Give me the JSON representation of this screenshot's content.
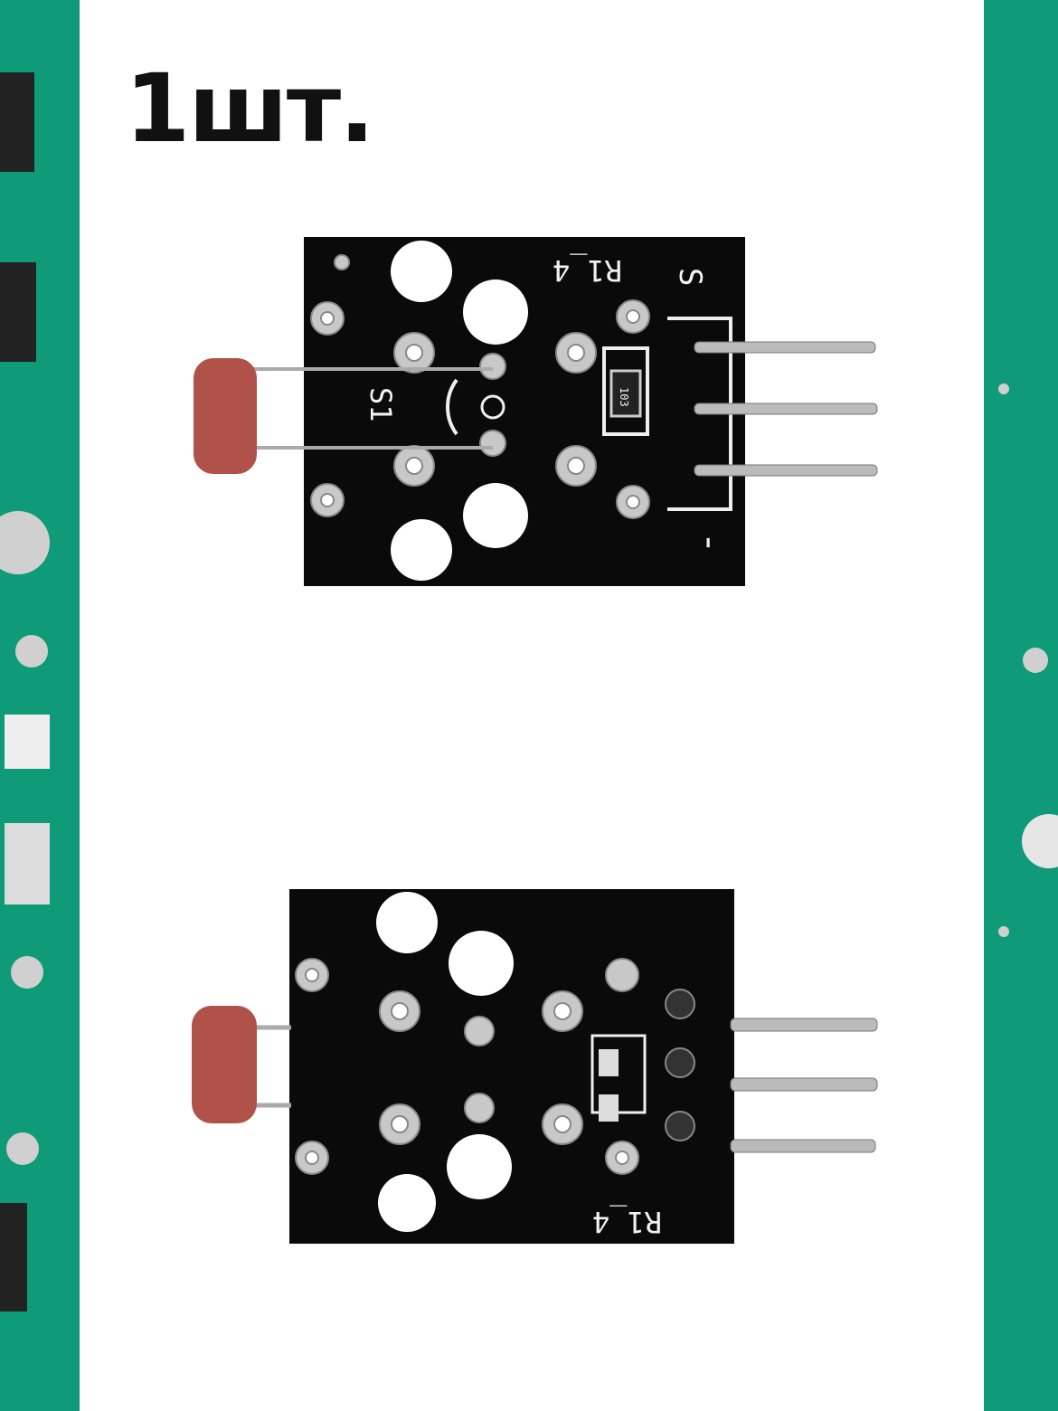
{
  "quantity_label": "1шт.",
  "top_board": {
    "resistor_label": "R1_4",
    "sensor_label": "S1",
    "signal_pin_label": "S",
    "ground_pin_label": "-",
    "smd_code": "103"
  },
  "bottom_board": {
    "resistor_label": "R1_4"
  },
  "colors": {
    "pcb_green": "#0f9a78",
    "board_black": "#0a0a0a",
    "photoresistor": "#b0524a",
    "solder": "#c8c8c8"
  }
}
